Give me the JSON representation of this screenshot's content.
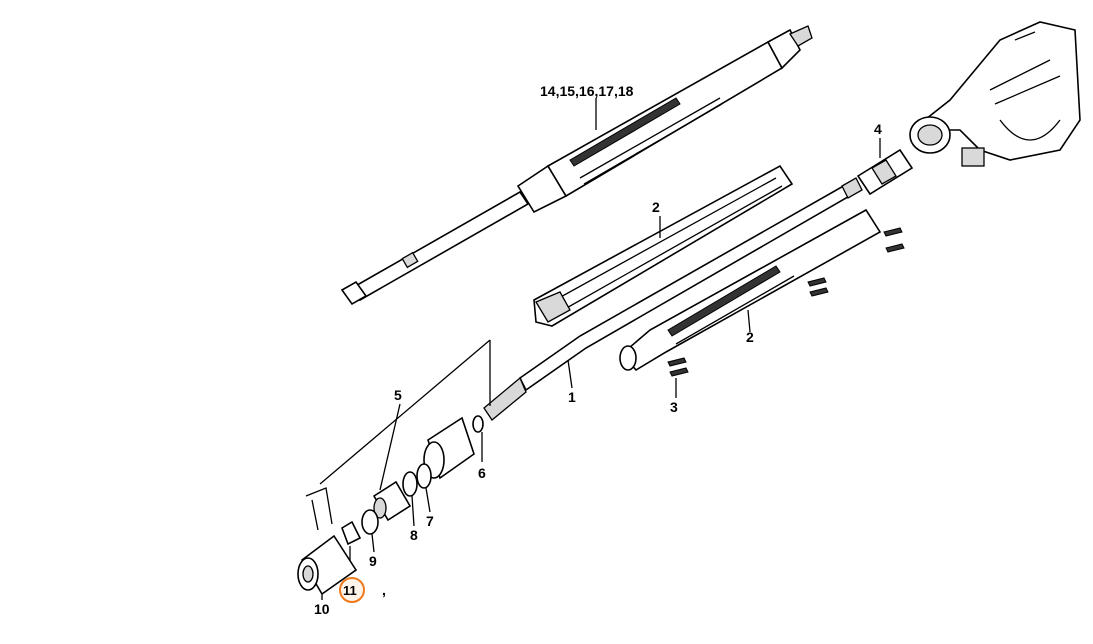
{
  "diagram": {
    "labels": [
      {
        "id": "14-18",
        "text": "14,15,16,17,18"
      },
      {
        "id": "4",
        "text": "4"
      },
      {
        "id": "2a",
        "text": "2"
      },
      {
        "id": "2b",
        "text": "2"
      },
      {
        "id": "1",
        "text": "1"
      },
      {
        "id": "3",
        "text": "3"
      },
      {
        "id": "5",
        "text": "5"
      },
      {
        "id": "6",
        "text": "6"
      },
      {
        "id": "7",
        "text": "7"
      },
      {
        "id": "8",
        "text": "8"
      },
      {
        "id": "9",
        "text": "9"
      },
      {
        "id": "10",
        "text": "10"
      },
      {
        "id": "11",
        "text": "11"
      },
      {
        "id": "comma",
        "text": ","
      }
    ],
    "highlight": {
      "part": "11",
      "color": "#ee7a1e"
    },
    "colors": {
      "line": "#000000",
      "background": "#ffffff",
      "fill_gray": "#d9d9d9"
    }
  }
}
